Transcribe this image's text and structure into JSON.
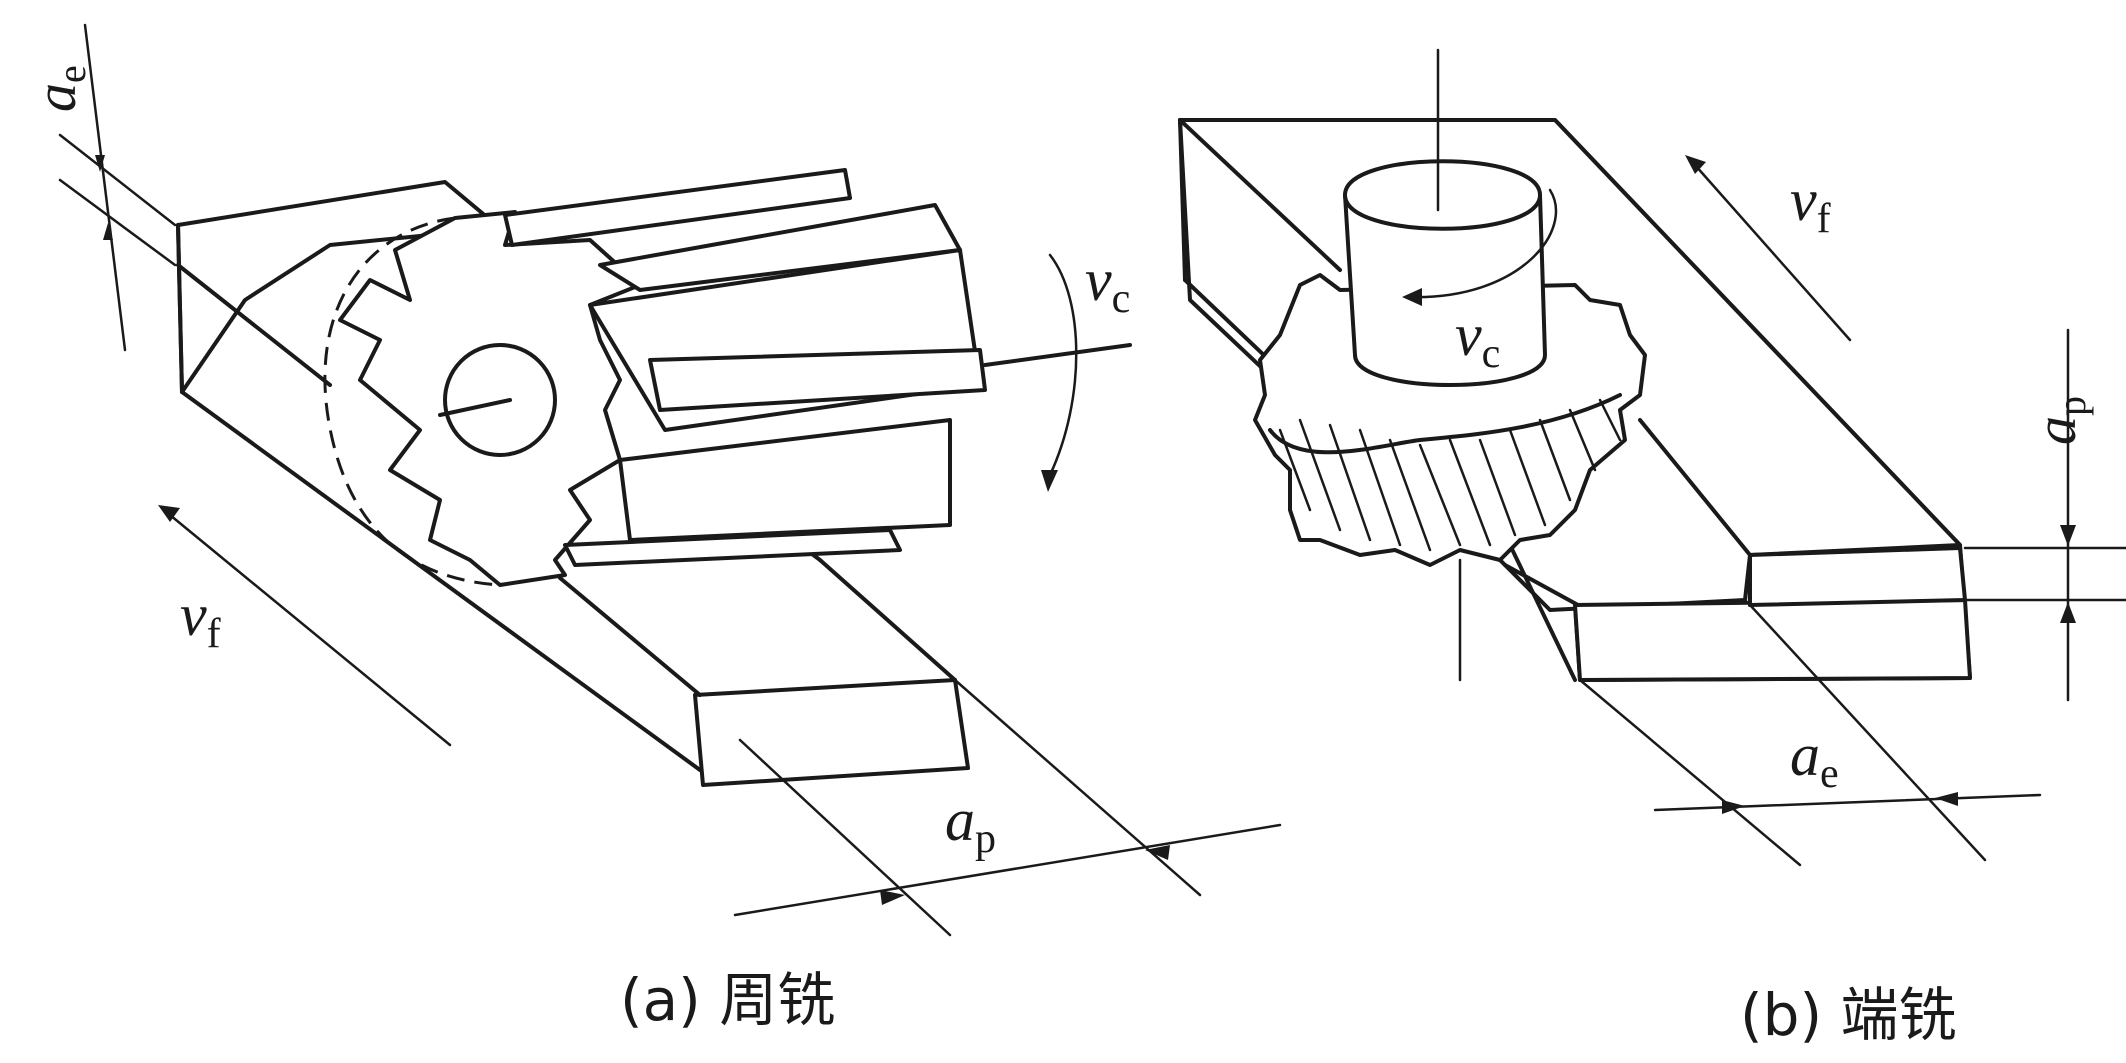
{
  "labels": {
    "a_left": {
      "symbol": "a",
      "sub": "e"
    },
    "vc_left": {
      "symbol": "v",
      "sub": "c"
    },
    "vf_left": {
      "symbol": "v",
      "sub": "f"
    },
    "ap_left": {
      "symbol": "a",
      "sub": "p"
    },
    "vf_right": {
      "symbol": "v",
      "sub": "f"
    },
    "vc_right": {
      "symbol": "v",
      "sub": "c"
    },
    "ap_right": {
      "symbol": "a",
      "sub": "p"
    },
    "ae_right": {
      "symbol": "a",
      "sub": "e"
    }
  },
  "captions": {
    "left": "(a) 周铣",
    "right": "(b) 端铣"
  }
}
